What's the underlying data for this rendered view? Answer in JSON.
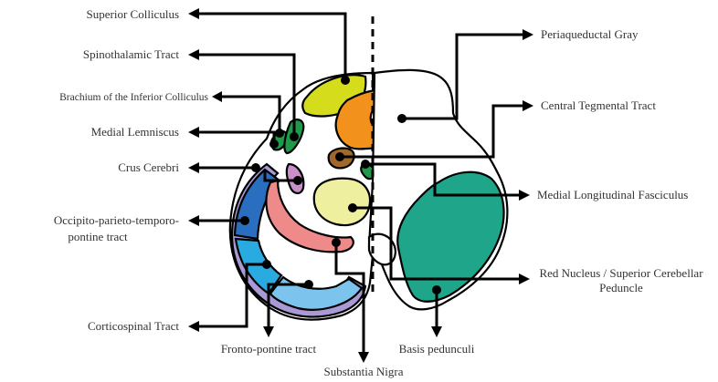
{
  "labels": {
    "superior_colliculus": "Superior Colliculus",
    "spinothalamic_tract": "Spinothalamic Tract",
    "brachium_inferior_colliculus": "Brachium of the Inferior Colliculus",
    "medial_lemniscus": "Medial Lemniscus",
    "crus_cerebri": "Crus Cerebri",
    "optp_line1": "Occipito-parieto-temporo-",
    "optp_line2": "pontine tract",
    "corticospinal_tract": "Corticospinal Tract",
    "fronto_pontine_tract": "Fronto-pontine tract",
    "substantia_nigra": "Substantia Nigra",
    "basis_pedunculi": "Basis pedunculi",
    "periaqueductal_gray": "Periaqueductal Gray",
    "central_tegmental_tract": "Central Tegmental Tract",
    "medial_longitudinal_fasciculus": "Medial Longitudinal Fasciculus",
    "red_nucleus_line1": "Red Nucleus / Superior Cerebellar",
    "red_nucleus_line2": "Peduncle"
  },
  "colors": {
    "superior_colliculus": "#d4dc1c",
    "periaqueductal_gray": "#f2921c",
    "medial_lemniscus": "#1f9a4a",
    "crus_cerebri_outer": "#a99ad6",
    "occipito_parieto_temporo_pontine": "#2a6fbf",
    "corticospinal": "#29abe2",
    "fronto_pontine": "#7cc4ee",
    "substantia_nigra": "#ee8a8a",
    "red_nucleus": "#eef0a0",
    "medial_longitudinal_fasciculus": "#a0682a",
    "basis_pedunculi": "#1fa58a",
    "spinothalamic": "#c98fc9"
  }
}
